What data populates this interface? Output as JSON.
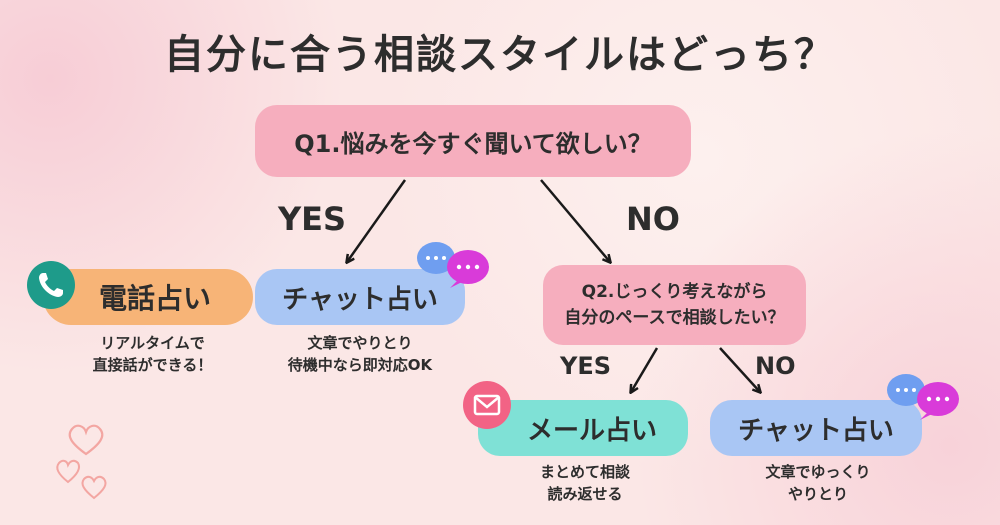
{
  "title": "自分に合う相談スタイルはどっち？",
  "q1": "Q1.悩みを今すぐ聞いて欲しい？",
  "q2_line1": "Q2.じっくり考えながら",
  "q2_line2": "自分のペースで相談したい？",
  "yes_label_1": "YES",
  "no_label_1": "NO",
  "yes_label_2": "YES",
  "no_label_2": "NO",
  "options": {
    "phone": {
      "label": "電話占い",
      "desc_line1": "リアルタイムで",
      "desc_line2": "直接話ができる！"
    },
    "chat1": {
      "label": "チャット占い",
      "desc_line1": "文章でやりとり",
      "desc_line2": "待機中なら即対応OK"
    },
    "mail": {
      "label": "メール占い",
      "desc_line1": "まとめて相談",
      "desc_line2": "読み返せる"
    },
    "chat2": {
      "label": "チャット占い",
      "desc_line1": "文章でゆっくり",
      "desc_line2": "やりとり"
    }
  },
  "colors": {
    "question_box": "#f6aebe",
    "phone_box": "#f7b477",
    "chat_box": "#a9c6f4",
    "mail_box": "#7fe1d6",
    "phone_icon": "#1e9b8a",
    "mail_icon": "#f26385",
    "bubble_blue": "#6f9ef0",
    "bubble_magenta": "#d93bd9",
    "heart": "#f3a6a2"
  },
  "icons": [
    "phone-icon",
    "mail-icon",
    "chat-bubble-icon",
    "heart-icon"
  ]
}
